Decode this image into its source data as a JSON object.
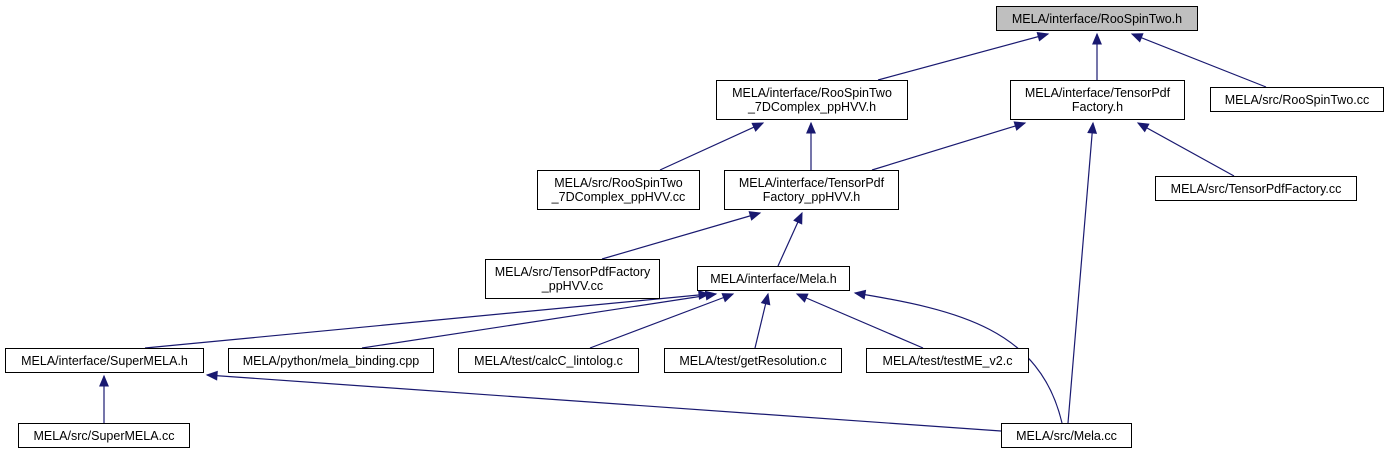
{
  "diagram": {
    "colors": {
      "edge": "#191970",
      "node_border": "#000000",
      "node_fill": "#ffffff",
      "root_fill": "#bfbfbf"
    },
    "nodes": [
      {
        "id": "n0",
        "lines": [
          "MELA/interface/RooSpinTwo.h"
        ],
        "root": true
      },
      {
        "id": "n1",
        "lines": [
          "MELA/interface/RooSpinTwo",
          "_7DComplex_ppHVV.h"
        ]
      },
      {
        "id": "n2",
        "lines": [
          "MELA/interface/TensorPdf",
          "Factory.h"
        ]
      },
      {
        "id": "n3",
        "lines": [
          "MELA/src/RooSpinTwo.cc"
        ]
      },
      {
        "id": "n4",
        "lines": [
          "MELA/src/RooSpinTwo",
          "_7DComplex_ppHVV.cc"
        ]
      },
      {
        "id": "n5",
        "lines": [
          "MELA/interface/TensorPdf",
          "Factory_ppHVV.h"
        ]
      },
      {
        "id": "n6",
        "lines": [
          "MELA/src/TensorPdfFactory.cc"
        ]
      },
      {
        "id": "n7",
        "lines": [
          "MELA/src/TensorPdfFactory",
          "_ppHVV.cc"
        ]
      },
      {
        "id": "n8",
        "lines": [
          "MELA/interface/Mela.h"
        ]
      },
      {
        "id": "n9",
        "lines": [
          "MELA/interface/SuperMELA.h"
        ]
      },
      {
        "id": "n10",
        "lines": [
          "MELA/python/mela_binding.cpp"
        ]
      },
      {
        "id": "n11",
        "lines": [
          "MELA/test/calcC_lintolog.c"
        ]
      },
      {
        "id": "n12",
        "lines": [
          "MELA/test/getResolution.c"
        ]
      },
      {
        "id": "n13",
        "lines": [
          "MELA/test/testME_v2.c"
        ]
      },
      {
        "id": "n14",
        "lines": [
          "MELA/src/SuperMELA.cc"
        ]
      },
      {
        "id": "n15",
        "lines": [
          "MELA/src/Mela.cc"
        ]
      }
    ],
    "edges": [
      {
        "from": "n1",
        "to": "n0"
      },
      {
        "from": "n2",
        "to": "n0"
      },
      {
        "from": "n3",
        "to": "n0"
      },
      {
        "from": "n4",
        "to": "n1"
      },
      {
        "from": "n5",
        "to": "n1"
      },
      {
        "from": "n5",
        "to": "n2"
      },
      {
        "from": "n6",
        "to": "n2"
      },
      {
        "from": "n15",
        "to": "n2"
      },
      {
        "from": "n7",
        "to": "n5"
      },
      {
        "from": "n8",
        "to": "n5"
      },
      {
        "from": "n9",
        "to": "n8"
      },
      {
        "from": "n10",
        "to": "n8"
      },
      {
        "from": "n11",
        "to": "n8"
      },
      {
        "from": "n12",
        "to": "n8"
      },
      {
        "from": "n13",
        "to": "n8"
      },
      {
        "from": "n15",
        "to": "n8"
      },
      {
        "from": "n14",
        "to": "n9"
      },
      {
        "from": "n15",
        "to": "n9"
      }
    ]
  }
}
